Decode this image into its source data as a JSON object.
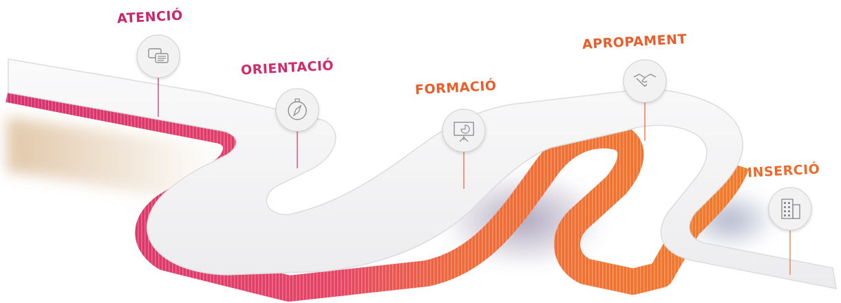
{
  "colors": {
    "magenta": "#d9306b",
    "pink": "#e8456f",
    "orange": "#ee6f2c",
    "marker_stroke": "#cfcfd3",
    "icon_stroke": "#8d8d93",
    "road_top": "#f6f6f7"
  },
  "steps": [
    {
      "label": "ATENCIÓ",
      "icon": "speech-bubbles-icon",
      "color": "#c9266d"
    },
    {
      "label": "ORIENTACIÓ",
      "icon": "compass-icon",
      "color": "#d12a6b"
    },
    {
      "label": "FORMACIÓ",
      "icon": "presentation-board-icon",
      "color": "#ea5d2a"
    },
    {
      "label": "APROPAMENT",
      "icon": "handshake-icon",
      "color": "#ea5d2a"
    },
    {
      "label": "INSERCIÓ",
      "icon": "building-icon",
      "color": "#ee6a2a"
    }
  ]
}
